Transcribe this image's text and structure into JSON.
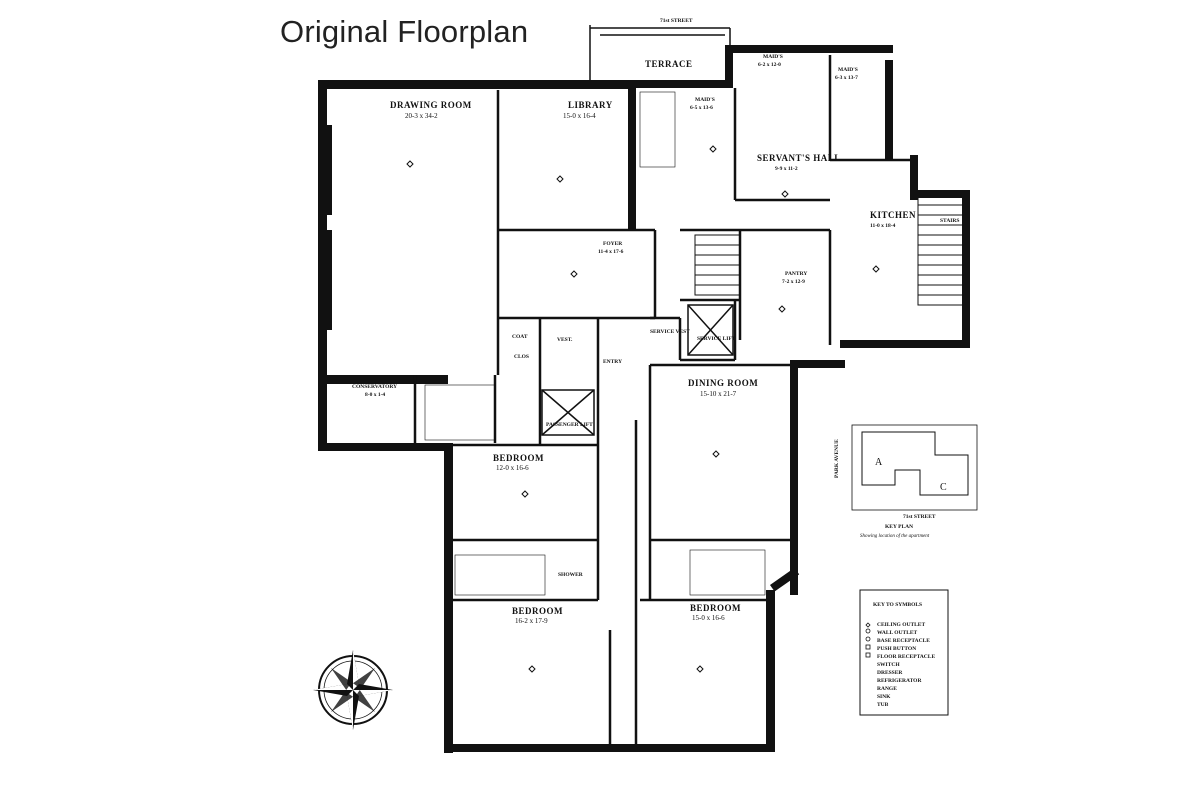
{
  "title": "Original Floorplan",
  "street": "71st STREET",
  "rooms": [
    {
      "id": "terrace",
      "name": "TERRACE",
      "dims": ""
    },
    {
      "id": "drawing",
      "name": "DRAWING ROOM",
      "dims": "20-3 x 34-2"
    },
    {
      "id": "library",
      "name": "LIBRARY",
      "dims": "15-0 x 16-4"
    },
    {
      "id": "maids1",
      "name": "MAID'S",
      "dims": "6-5 x 13-6"
    },
    {
      "id": "maids2",
      "name": "MAID'S",
      "dims": "6-2 x 12-0"
    },
    {
      "id": "maids3",
      "name": "MAID'S",
      "dims": "6-3 x 13-7"
    },
    {
      "id": "servants",
      "name": "SERVANT'S HALL",
      "dims": "9-9 x 11-2"
    },
    {
      "id": "kitchen",
      "name": "KITCHEN",
      "dims": "11-0 x 18-4"
    },
    {
      "id": "foyer",
      "name": "FOYER",
      "dims": "11-4 x 17-6"
    },
    {
      "id": "pantry",
      "name": "PANTRY",
      "dims": "7-2 x 12-9"
    },
    {
      "id": "dining",
      "name": "DINING ROOM",
      "dims": "15-10 x 21-7"
    },
    {
      "id": "conservatory",
      "name": "CONSERVATORY",
      "dims": "8-0 x 1-4"
    },
    {
      "id": "bed1",
      "name": "BEDROOM",
      "dims": "12-0 x 16-6"
    },
    {
      "id": "bed2",
      "name": "BEDROOM",
      "dims": "16-2 x 17-9"
    },
    {
      "id": "bed3",
      "name": "BEDROOM",
      "dims": "15-0 x 16-6"
    }
  ],
  "small_labels": {
    "clos": "CLOS",
    "coat": "COAT",
    "vest": "VEST.",
    "entry": "ENTRY",
    "passenger_lift": "PASSENGER LIFT",
    "service_vest": "SERVICE VEST",
    "service_lift": "SERVICE LIFT",
    "stairs": "STAIRS",
    "shower": "SHOWER"
  },
  "key_plan": {
    "title": "KEY PLAN",
    "subtitle": "Showing location of the apartment",
    "park_avenue": "PARK AVENUE",
    "street": "71st STREET",
    "mark_a": "A",
    "mark_c": "C"
  },
  "legend": {
    "title": "KEY TO SYMBOLS",
    "items": [
      "CEILING OUTLET",
      "WALL OUTLET",
      "BASE RECEPTACLE",
      "PUSH BUTTON",
      "FLOOR RECEPTACLE",
      "SWITCH",
      "DRESSER",
      "REFRIGERATOR",
      "RANGE",
      "SINK",
      "TUB"
    ]
  }
}
